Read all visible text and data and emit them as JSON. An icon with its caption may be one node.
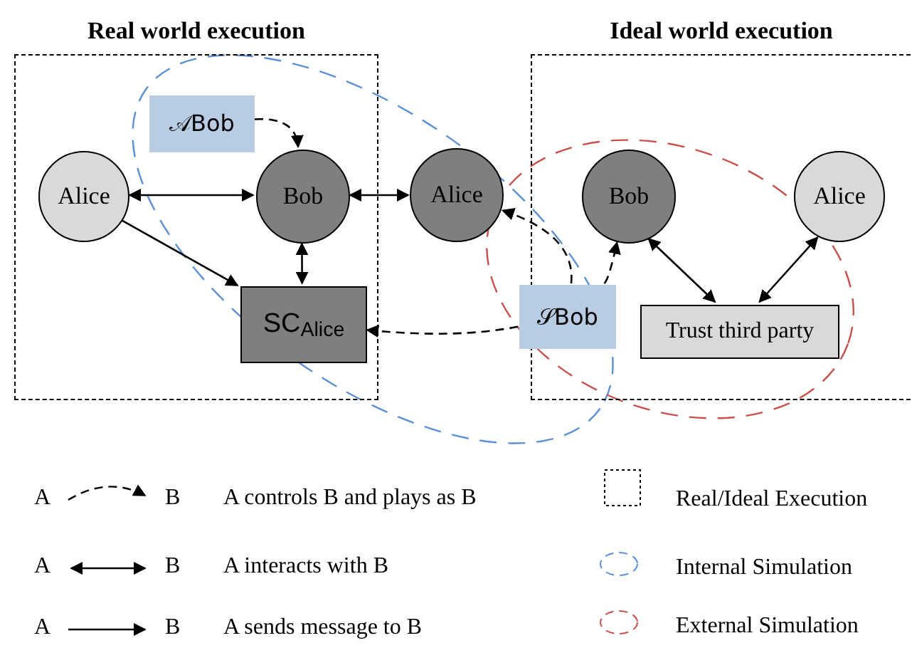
{
  "diagram": {
    "nodes": [
      {
        "text": [
          "Real world execution"
        ]
      },
      {
        "text": [
          "Alice"
        ],
        "in": 0
      },
      {
        "text": [
          "Bob"
        ],
        "in": 0
      },
      {
        "text": [
          "SC$_{Alice}$"
        ],
        "in": 0
      },
      {
        "text": [
          "𝒜Bob"
        ],
        "in": 0
      },
      {
        "text": [
          "Alice"
        ]
      },
      {
        "text": [
          "Ideal world execution"
        ]
      },
      {
        "text": [
          "Bob"
        ],
        "in": 6
      },
      {
        "text": [
          "Alice"
        ],
        "in": 6
      },
      {
        "text": [
          "Trust third party"
        ],
        "in": 6
      },
      {
        "text": [
          "𝒮Bob"
        ]
      }
    ],
    "edges": [
      {
        "from": 1,
        "to": 2,
        "arrow": "both"
      },
      {
        "from": 1,
        "to": 3,
        "arrow": "to"
      },
      {
        "from": 2,
        "to": 3,
        "arrow": "both"
      },
      {
        "from": 2,
        "to": 5,
        "arrow": "both"
      },
      {
        "from": 4,
        "to": 2,
        "arrow": "to",
        "style": "dashed"
      },
      {
        "from": 10,
        "to": 5,
        "arrow": "to",
        "style": "dashed"
      },
      {
        "from": 10,
        "to": 3,
        "arrow": "to",
        "style": "dashed"
      },
      {
        "from": 10,
        "to": 7,
        "arrow": "to",
        "style": "dashed"
      },
      {
        "from": 7,
        "to": 9,
        "arrow": "both"
      },
      {
        "from": 8,
        "to": 9,
        "arrow": "both"
      }
    ],
    "labels": [
      "A",
      "B",
      "A",
      "B",
      "A",
      "B"
    ],
    "legend": [
      {
        "text": "A controls B and plays as B"
      },
      {
        "text": "Real/Ideal Execution"
      },
      {
        "text": "A interacts with B"
      },
      {
        "text": "Internal Simulation"
      },
      {
        "text": "A sends message to B"
      },
      {
        "text": "External Simulation"
      }
    ]
  }
}
